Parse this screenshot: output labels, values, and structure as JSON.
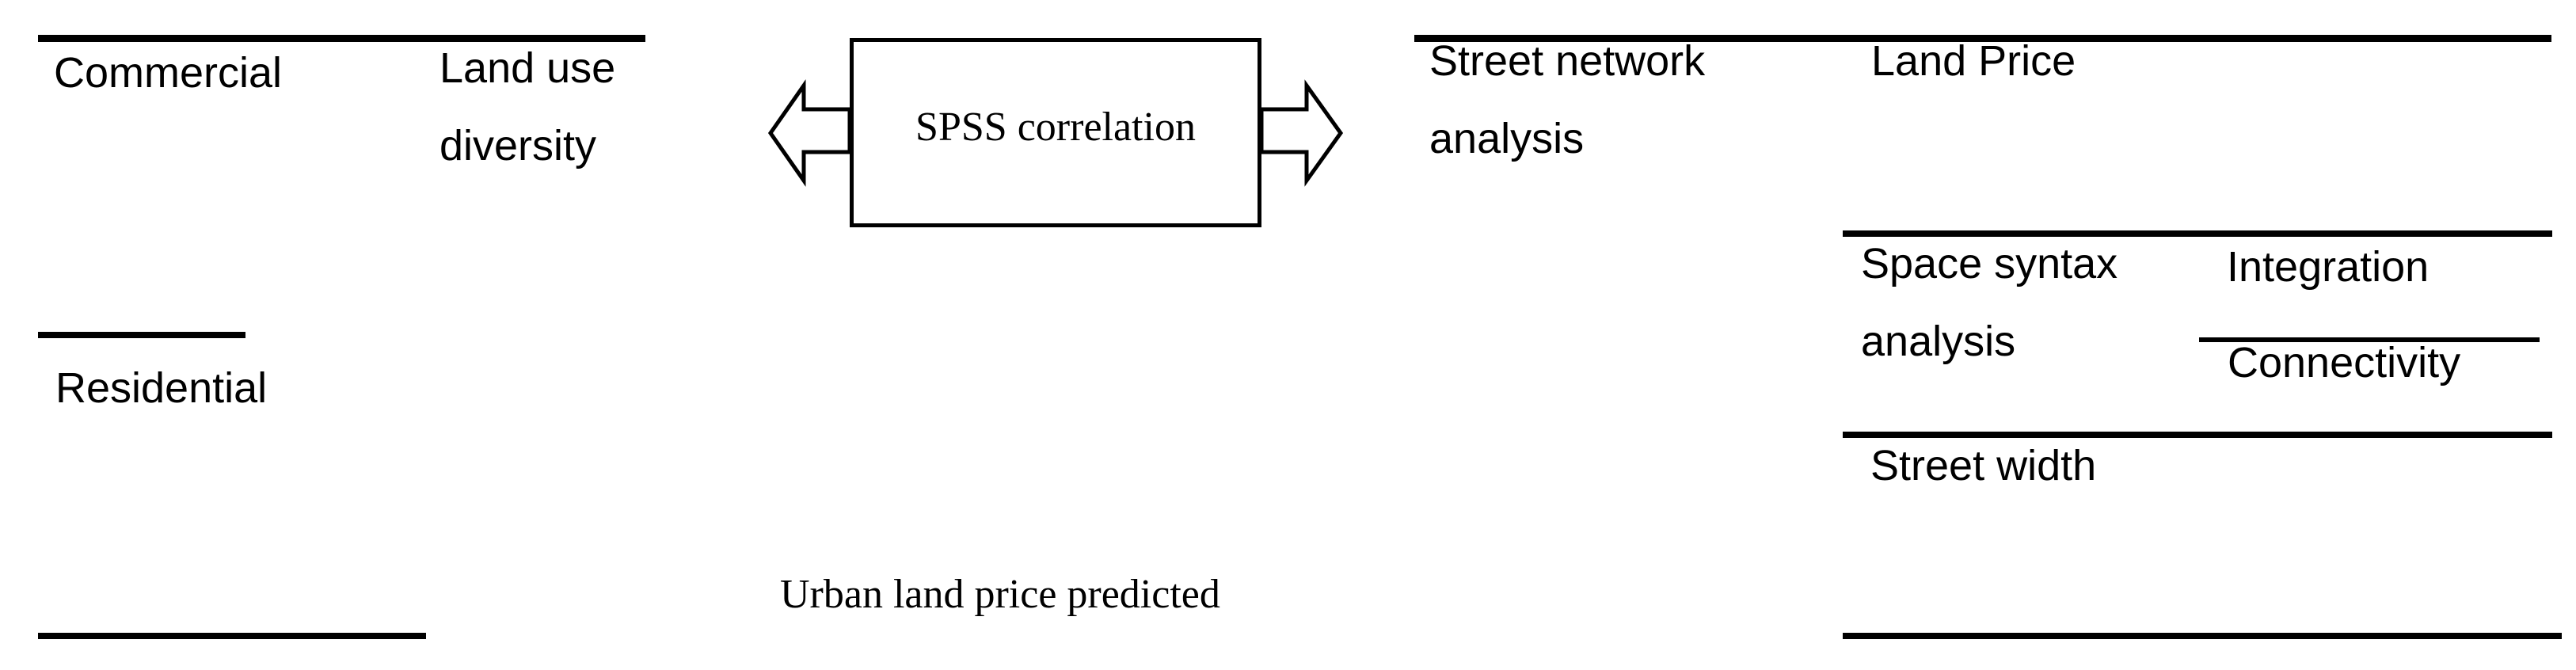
{
  "figure": {
    "colors": {
      "ink": "#000000",
      "background": "#ffffff"
    },
    "left_table": {
      "header": {
        "col1": "Commercial",
        "col2": "Land use diversity"
      },
      "row": {
        "col1": "Residential"
      }
    },
    "connector": {
      "label": "SPSS correlation",
      "left_icon": "left-block-arrow",
      "right_icon": "right-block-arrow"
    },
    "caption": "Urban land price predicted",
    "right_table": {
      "header": {
        "col1": "Street network analysis",
        "col2": "Land Price"
      },
      "rows": [
        {
          "col1": "Space syntax analysis",
          "col2_top": "Integration",
          "col2_bottom": "Connectivity"
        },
        {
          "col1": "Street width"
        }
      ]
    }
  }
}
